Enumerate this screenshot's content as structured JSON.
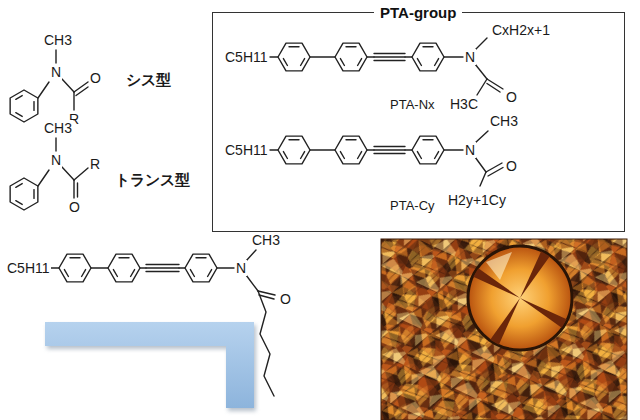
{
  "diagram": {
    "nodes": [
      {
        "text": [
          "PTA-group"
        ]
      }
    ],
    "labels": [
      "CH3",
      "N",
      "O",
      "R",
      "シス型",
      "CH3",
      "N",
      "R",
      "O",
      "トランス型",
      "C5H11",
      "N",
      "CxH2x+1",
      "O",
      "H3C",
      "PTA-Nx",
      "C5H11",
      "N",
      "CH3",
      "O",
      "H2y+1Cy",
      "PTA-Cy",
      "C5H11",
      "N",
      "CH3",
      "O"
    ]
  }
}
